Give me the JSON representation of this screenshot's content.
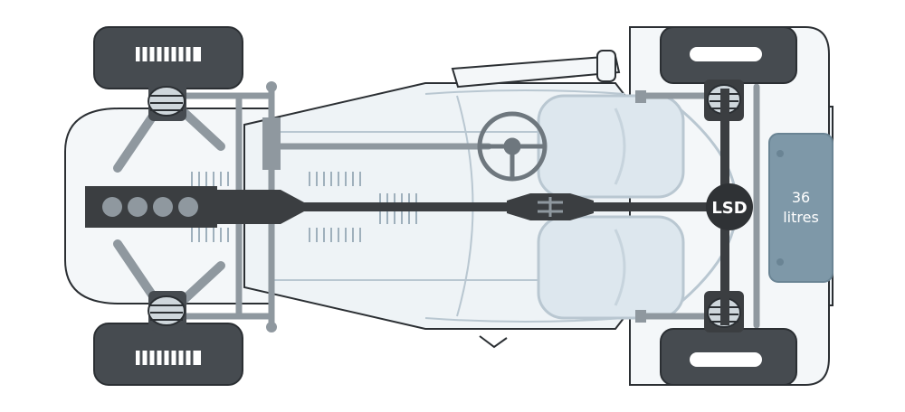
{
  "diagram": {
    "differential_label": "LSD",
    "fuel_tank_label_line1": "36",
    "fuel_tank_label_line2": "litres"
  },
  "colors": {
    "outline": "#2b2f33",
    "body_fill": "#eef3f6",
    "body_line": "#b9c7d1",
    "seat_fill": "#dde7ee",
    "chassis": "#8f989f",
    "drivetrain": "#3b3e41",
    "wheel": "#464b50",
    "tank": "#7e98a8"
  }
}
